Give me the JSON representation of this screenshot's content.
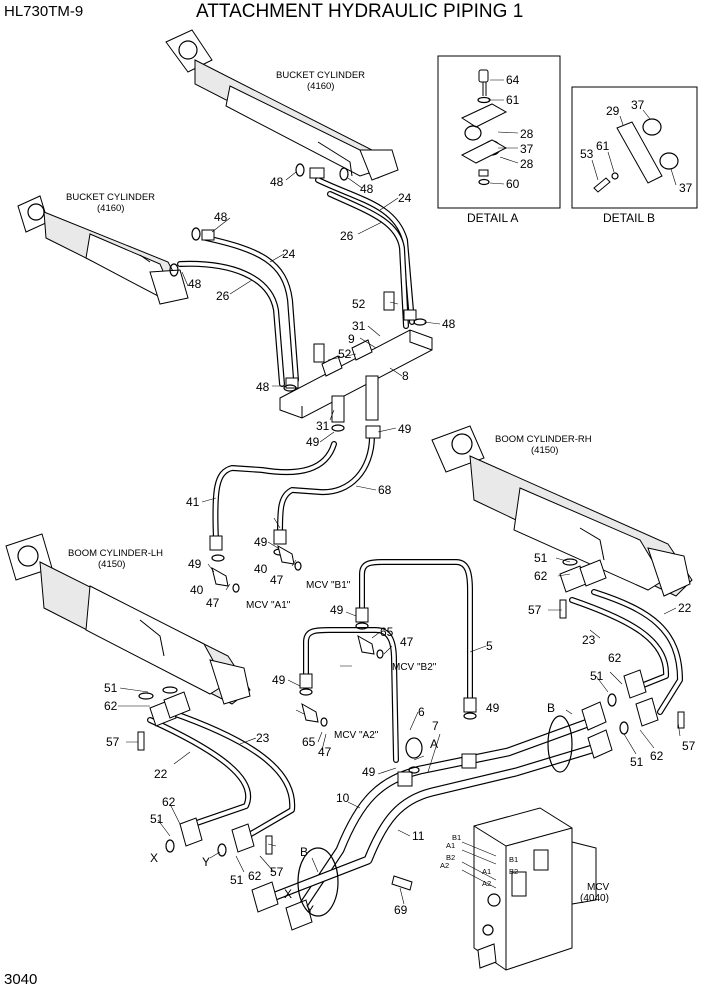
{
  "header": {
    "model": "HL730TM-9",
    "title": "ATTACHMENT HYDRAULIC PIPING 1"
  },
  "page_number": "3040",
  "components": {
    "bucket_cylinder_right": {
      "name": "BUCKET CYLINDER",
      "code": "(4160)"
    },
    "bucket_cylinder_left": {
      "name": "BUCKET CYLINDER",
      "code": "(4160)"
    },
    "boom_cylinder_rh": {
      "name": "BOOM CYLINDER-RH",
      "code": "(4150)"
    },
    "boom_cylinder_lh": {
      "name": "BOOM CYLINDER-LH",
      "code": "(4150)"
    },
    "mcv": {
      "name": "MCV",
      "code": "(4040)"
    }
  },
  "details": {
    "a": {
      "title": "DETAIL A",
      "callouts": [
        "64",
        "61",
        "28",
        "37",
        "28",
        "60"
      ]
    },
    "b": {
      "title": "DETAIL B",
      "callouts": [
        "29",
        "37",
        "53",
        "61",
        "37"
      ]
    }
  },
  "mcv_ports": {
    "a1": "MCV \"A1\"",
    "b1": "MCV \"B1\"",
    "a2": "MCV \"A2\"",
    "b2": "MCV \"B2\"",
    "small_b1": "B1",
    "small_a1": "A1",
    "small_b2": "B2",
    "small_a2": "A2"
  },
  "section_letters": {
    "a": "A",
    "b": "B",
    "x": "X",
    "y": "Y"
  },
  "callouts": {
    "c48a": "48",
    "c48b": "48",
    "c24a": "24",
    "c26a": "26",
    "c48c": "48",
    "c48d": "48",
    "c24b": "24",
    "c26b": "26",
    "c52a": "52",
    "c31a": "31",
    "c9": "9",
    "c48e": "48",
    "c52b": "52",
    "c8": "8",
    "c48f": "48",
    "c31b": "31",
    "c49a": "49",
    "c49b": "49",
    "c41": "41",
    "c68": "68",
    "c49c": "49",
    "c40a": "40",
    "c47a": "47",
    "c49d": "49",
    "c40b": "40",
    "c47b": "47",
    "c51a": "51",
    "c62a": "62",
    "c57a": "57",
    "c22a": "22",
    "c23a": "23",
    "c49e": "49",
    "c65a": "65",
    "c47c": "47",
    "c5": "5",
    "c51b": "51",
    "c62b": "62",
    "c57b": "57",
    "c49f": "49",
    "c6": "6",
    "c65b": "65",
    "c47d": "47",
    "c49g": "49",
    "c7": "7",
    "c23b": "23",
    "c22b": "22",
    "c62c": "62",
    "c51c": "51",
    "c57c": "57",
    "c62d": "62",
    "c51d": "51",
    "c62e": "62",
    "c51e": "51",
    "c57d": "57",
    "c10": "10",
    "c11": "11",
    "c69": "69",
    "c51f": "51",
    "c62f": "62"
  }
}
